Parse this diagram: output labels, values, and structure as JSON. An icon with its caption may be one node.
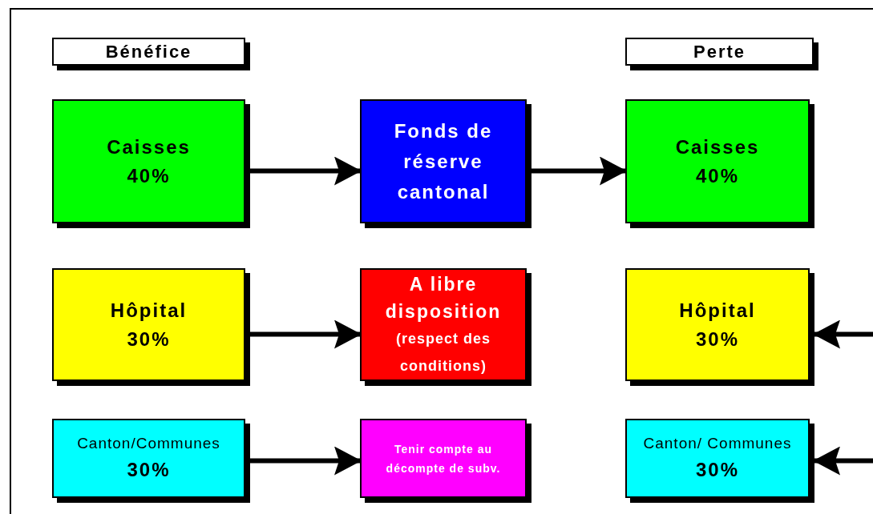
{
  "diagram": {
    "nodes": [
      {
        "text": [
          "Bénéfice"
        ]
      },
      {
        "text": [
          "Perte"
        ]
      },
      {
        "text": [
          "Caisses",
          "40%"
        ]
      },
      {
        "text": [
          "Fonds de réserve cantonal"
        ]
      },
      {
        "text": [
          "Caisses",
          "40%"
        ]
      },
      {
        "text": [
          "Hôpital",
          "30%"
        ]
      },
      {
        "text": [
          "A libre disposition",
          "(respect des conditions)"
        ]
      },
      {
        "text": [
          "Hôpital",
          "30%"
        ]
      },
      {
        "text": [
          "Canton/Communes",
          "30%"
        ]
      },
      {
        "text": [
          "Tenir compte au décompte de subv."
        ]
      },
      {
        "text": [
          "Canton/ Communes",
          "30%"
        ]
      }
    ],
    "edges": [
      {
        "from": 2,
        "to": 3,
        "arrow": "to"
      },
      {
        "from": 3,
        "to": 4,
        "arrow": "to"
      },
      {
        "from": 5,
        "to": 6,
        "arrow": "to"
      },
      {
        "from": 8,
        "to": 9,
        "arrow": "to"
      },
      {
        "from": null,
        "to": 7,
        "arrow": "to"
      },
      {
        "from": null,
        "to": 10,
        "arrow": "to"
      }
    ]
  }
}
